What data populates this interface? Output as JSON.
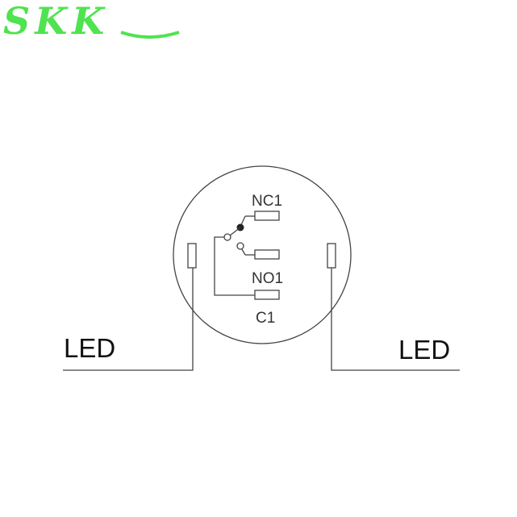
{
  "logo": {
    "text": "SKK",
    "color": "#4fe34f"
  },
  "diagram": {
    "line_color": "#444444",
    "terminals": {
      "nc": "NC1",
      "no": "NO1",
      "common": "C1"
    },
    "led_left": "LED",
    "led_right": "LED"
  }
}
